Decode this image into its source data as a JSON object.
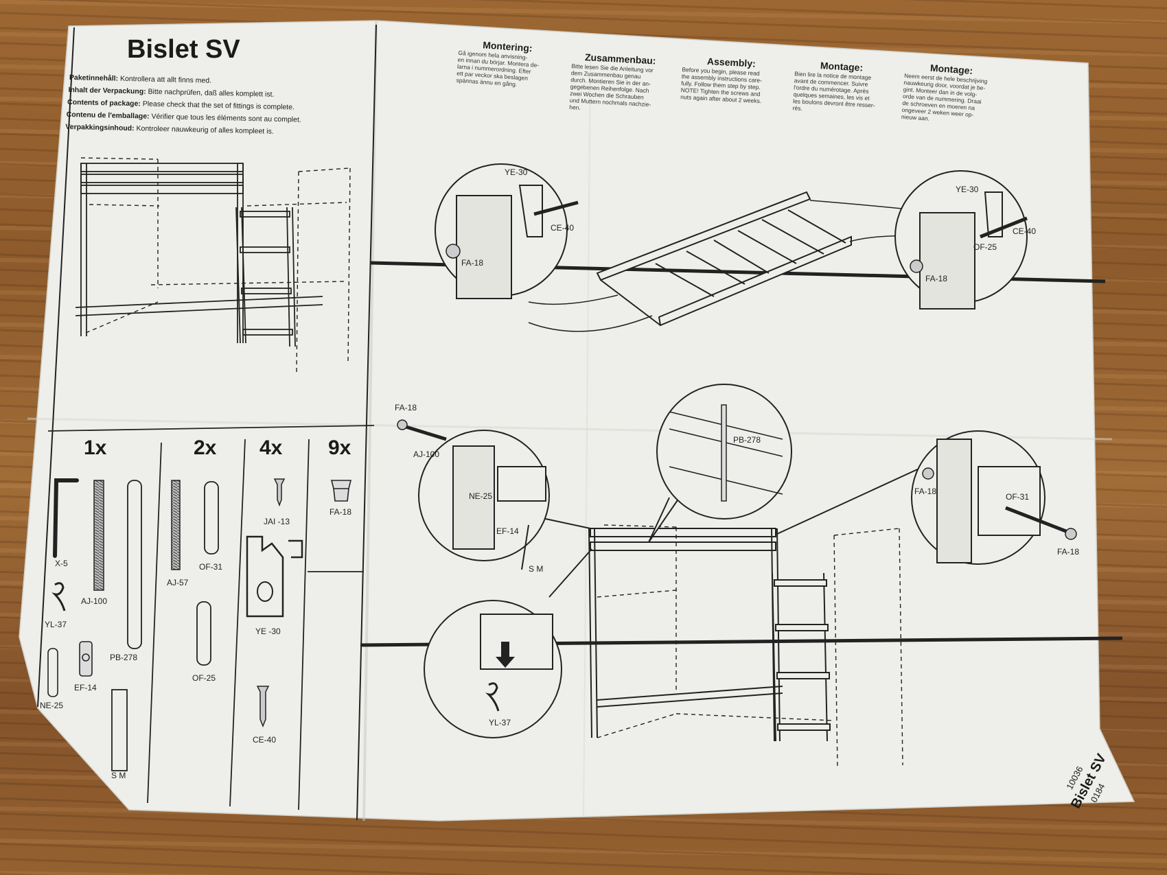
{
  "title": "Bislet SV",
  "contents": [
    {
      "label": "Paketinnehåll:",
      "text": "Kontrollera att allt finns med."
    },
    {
      "label": "Inhalt der Verpackung:",
      "text": "Bitte nachprüfen, daß alles komplett ist."
    },
    {
      "label": "Contents of package:",
      "text": "Please check that the set of fittings is complete."
    },
    {
      "label": "Contenu de l'emballage:",
      "text": "Vérifier que tous les éléments sont au complet."
    },
    {
      "label": "Verpakkingsinhoud:",
      "text": "Kontroleer nauwkeurig of alles kompleet is."
    }
  ],
  "instructions": [
    {
      "heading": "Montering:",
      "lines": [
        "Gå igenom hela anvisning-",
        "en innan du börjar. Montera de-",
        "larna i nummerordning. Efter",
        "ett par veckor ska beslagen",
        "spännas ännu en gång."
      ]
    },
    {
      "heading": "Zusammenbau:",
      "lines": [
        "Bitte lesen Sie die Anleitung vor",
        "dem Zusammenbau genau",
        "durch. Montieren Sie in der an-",
        "gegebenen Reihenfolge. Nach",
        "zwei Wochen die Schrauben",
        "und Muttern nochmals nachzie-",
        "hen."
      ]
    },
    {
      "heading": "Assembly:",
      "lines": [
        "Before you begin, please read",
        "the assembly instructions care-",
        "fully. Follow them step by step.",
        "NOTE! Tighten the screws and",
        "nuts again after about 2 weeks."
      ]
    },
    {
      "heading": "Montage:",
      "lines": [
        "Bien lire la notice de montage",
        "avant de commencer. Suivre",
        "l'ordre du numérotage. Après",
        "quelques semaines, les vis et",
        "les boulons devront être resser-",
        "rés."
      ]
    },
    {
      "heading": "Montage:",
      "lines": [
        "Neem eerst de hele beschrijving",
        "nauwkeurig door, voordat je be-",
        "gint. Monteer dan in de volg-",
        "orde van de nummering. Draai",
        "de schroeven en moeren na",
        "ongeveer 2 weken weer op-",
        "nieuw aan."
      ]
    }
  ],
  "quantities": [
    "1x",
    "2x",
    "4x",
    "9x"
  ],
  "parts": {
    "x5": "X-5",
    "yl37": "YL-37",
    "aj100": "AJ-100",
    "pb278": "PB-278",
    "ne25": "NE-25",
    "ef14": "EF-14",
    "sm": "S M",
    "aj57": "AJ-57",
    "of31": "OF-31",
    "of25": "OF-25",
    "jai13": "JAI -13",
    "ye30": "YE -30",
    "ce40": "CE-40",
    "fa18": "FA-18"
  },
  "callouts": {
    "ye30": "YE-30",
    "ce40": "CE-40",
    "fa18": "FA-18",
    "of25": "OF-25",
    "aj100": "AJ-100",
    "ne25": "NE-25",
    "ef14": "EF-14",
    "sm": "S M",
    "pb278": "PB-278",
    "of31": "OF-31",
    "yl37": "YL-37"
  },
  "corner": {
    "code_top": "10036",
    "name": "Bislet SV",
    "code_bottom": "0184"
  },
  "colors": {
    "paper": "#eeeeea",
    "ink": "#1b1b1b",
    "wood": "#8d5a2b"
  }
}
